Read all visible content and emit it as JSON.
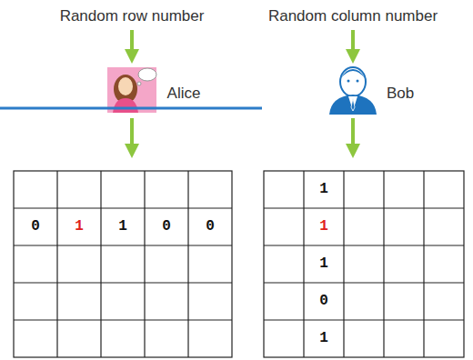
{
  "diagram": {
    "labels": [
      "Random row number",
      "Alice",
      "0",
      "1",
      "1",
      "0",
      "0",
      "Random column number",
      "Bob",
      "1",
      "1",
      "1",
      "0",
      "1"
    ]
  }
}
